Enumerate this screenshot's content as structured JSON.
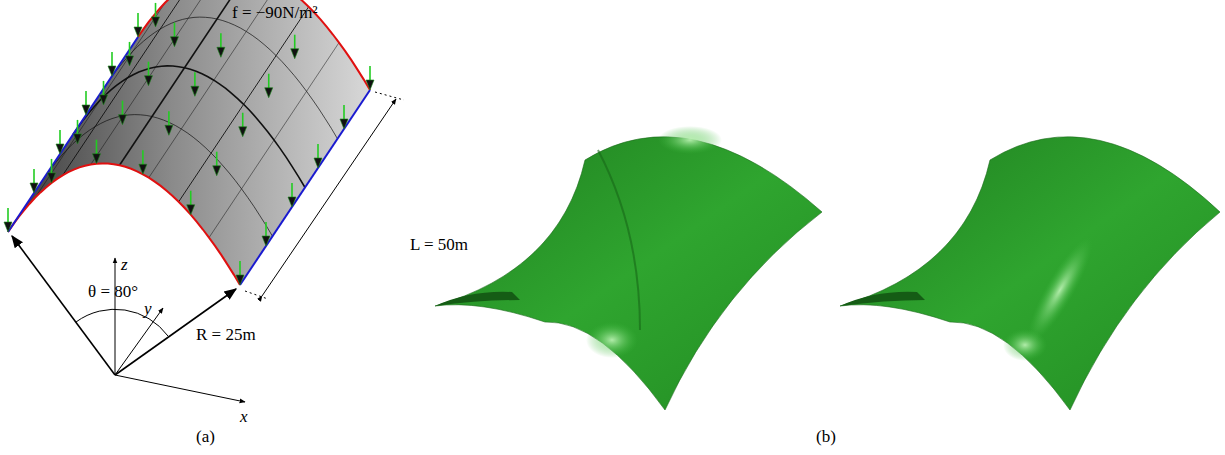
{
  "diagram": {
    "labels": [
      "f = −90N/m²",
      "L = 50m",
      "θ = 80°",
      "R = 25m",
      "z",
      "y",
      "x",
      "(a)",
      "(b)"
    ]
  }
}
